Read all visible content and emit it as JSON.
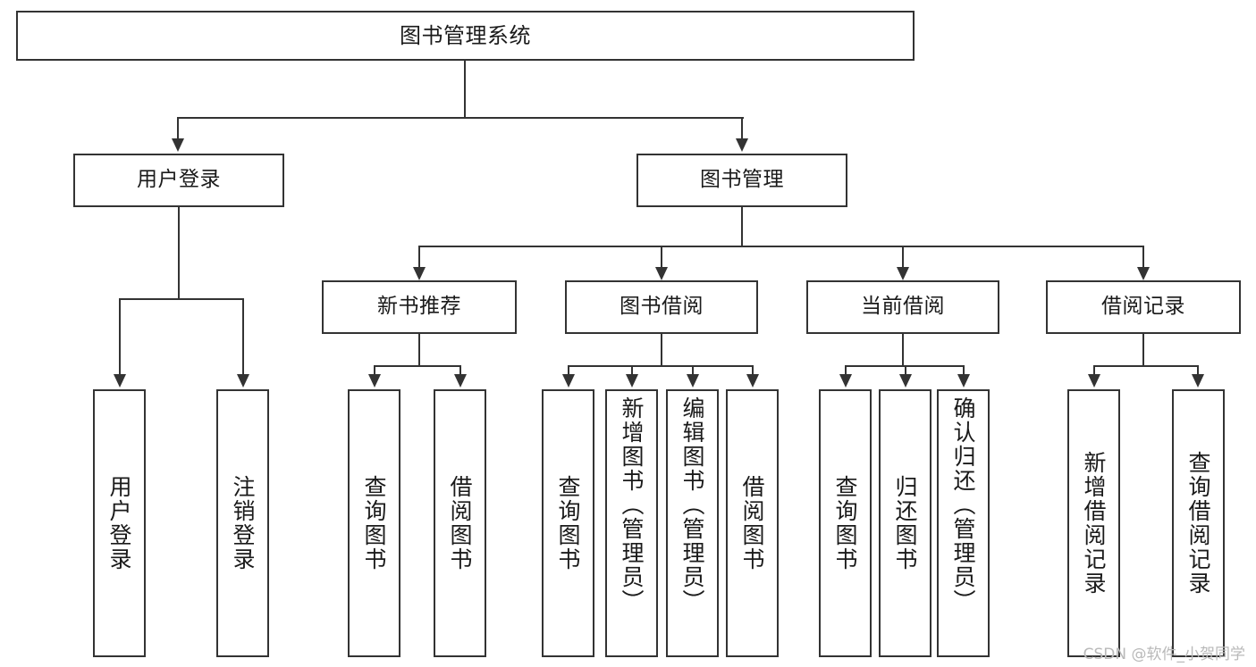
{
  "diagram": {
    "title": "图书管理系统",
    "type": "tree",
    "root": {
      "id": "root",
      "label": "图书管理系统"
    },
    "level2": [
      {
        "id": "user-login",
        "label": "用户登录"
      },
      {
        "id": "book-manage",
        "label": "图书管理"
      }
    ],
    "level3": [
      {
        "id": "new-book-recommend",
        "label": "新书推荐",
        "parent": "book-manage"
      },
      {
        "id": "book-borrow",
        "label": "图书借阅",
        "parent": "book-manage"
      },
      {
        "id": "current-borrow",
        "label": "当前借阅",
        "parent": "book-manage"
      },
      {
        "id": "borrow-record",
        "label": "借阅记录",
        "parent": "book-manage"
      }
    ],
    "leaves": [
      {
        "id": "leaf-user-login",
        "label": "用户登录",
        "parent": "user-login"
      },
      {
        "id": "leaf-logout-login",
        "label": "注销登录",
        "parent": "user-login"
      },
      {
        "id": "leaf-query-book-1",
        "label": "查询图书",
        "parent": "new-book-recommend"
      },
      {
        "id": "leaf-borrow-book-1",
        "label": "借阅图书",
        "parent": "new-book-recommend"
      },
      {
        "id": "leaf-query-book-2",
        "label": "查询图书",
        "parent": "book-borrow"
      },
      {
        "id": "leaf-add-book",
        "label": "新增图书（管理员）",
        "parent": "book-borrow"
      },
      {
        "id": "leaf-edit-book",
        "label": "编辑图书（管理员）",
        "parent": "book-borrow"
      },
      {
        "id": "leaf-borrow-book-2",
        "label": "借阅图书",
        "parent": "book-borrow"
      },
      {
        "id": "leaf-query-book-3",
        "label": "查询图书",
        "parent": "current-borrow"
      },
      {
        "id": "leaf-return-book",
        "label": "归还图书",
        "parent": "current-borrow"
      },
      {
        "id": "leaf-confirm-return",
        "label": "确认归还（管理员）",
        "parent": "current-borrow"
      },
      {
        "id": "leaf-add-record",
        "label": "新增借阅记录",
        "parent": "borrow-record"
      },
      {
        "id": "leaf-query-record",
        "label": "查询借阅记录",
        "parent": "borrow-record"
      }
    ]
  },
  "watermark": {
    "text": "CSDN @软件_小贺同学"
  },
  "colors": {
    "stroke": "#333333",
    "fill": "#ffffff",
    "text": "#1a1a1a",
    "watermark": "#b9b9b9"
  }
}
